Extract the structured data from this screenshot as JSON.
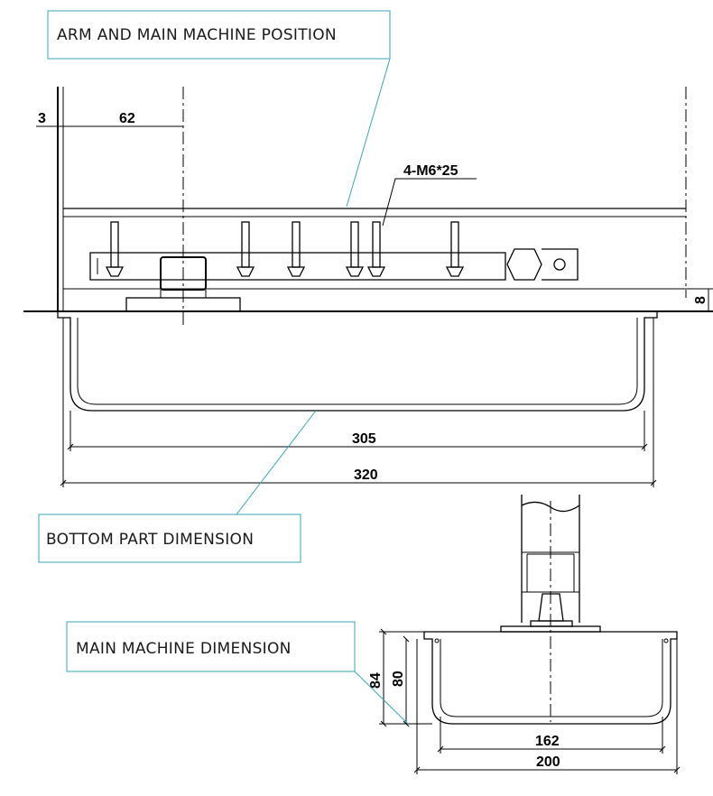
{
  "callouts": {
    "arm_position": "ARM AND MAIN MACHINE POSITION",
    "bottom_part": "BOTTOM PART DIMENSION",
    "main_machine": "MAIN MACHINE DIMENSION"
  },
  "dimensions": {
    "offset_3": "3",
    "offset_62": "62",
    "screws": "4-M6*25",
    "height_8": "8",
    "inner_305": "305",
    "outer_320": "320",
    "height_84": "84",
    "height_80": "80",
    "inner_162": "162",
    "outer_200": "200"
  },
  "colors": {
    "callout_border": "#3aa6b5",
    "line": "#000000"
  }
}
